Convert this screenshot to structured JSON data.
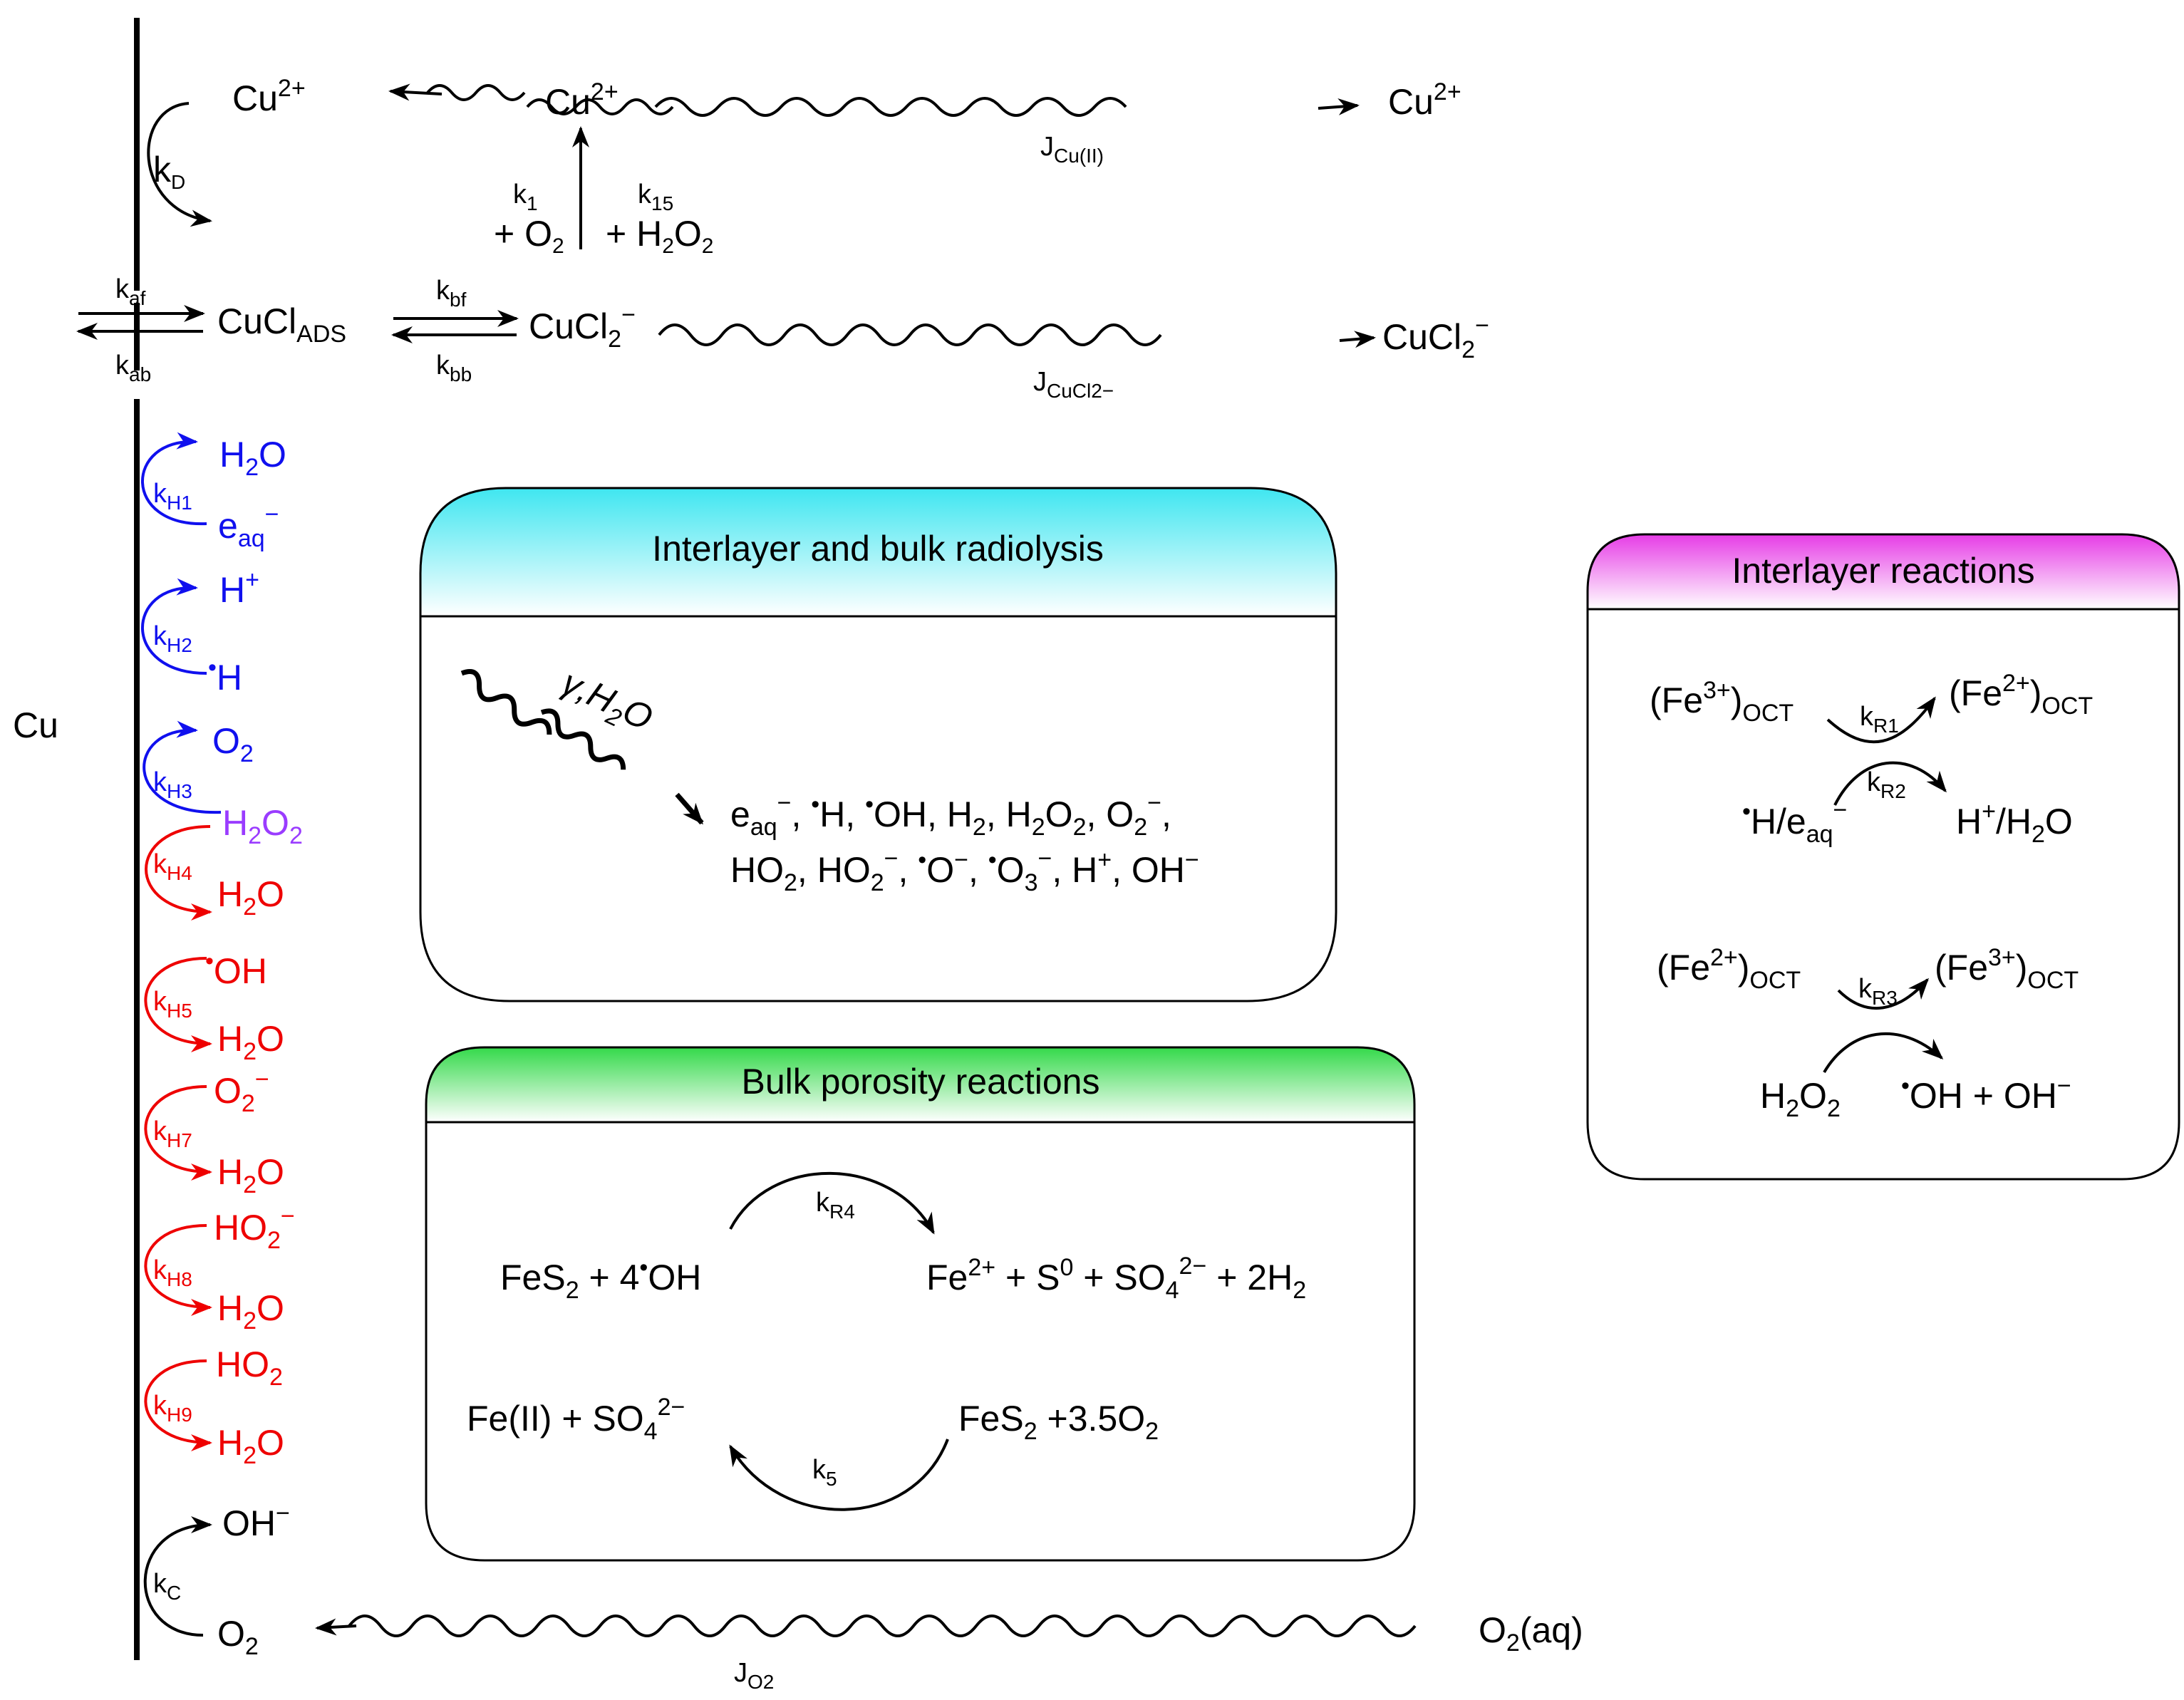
{
  "colors": {
    "black": "#000000",
    "hydrogen_blue": "#1010ee",
    "oxidant_red": "#ee0000",
    "peroxide_purple": "#9a3cff",
    "radiolysis_cyan": "#3fe6f0",
    "bulk_green": "#34d94a",
    "interlayer_magenta": "#e63ce6"
  },
  "electrode": {
    "label": "Cu"
  },
  "copper_dissolution": {
    "cu_surface": "Cu2+",
    "kD": {
      "k": "k",
      "sub": "D"
    },
    "cu_interface": "Cu2+",
    "cu_bulk": "Cu2+",
    "flux_cu": {
      "J": "J",
      "sub": "Cu(II)"
    },
    "k1": {
      "k": "k",
      "sub": "1",
      "reactant": "+ O2"
    },
    "k15": {
      "k": "k",
      "sub": "15",
      "reactant": "+ H2O2"
    }
  },
  "chloride_adsorption": {
    "kaf": {
      "k": "k",
      "sub": "af"
    },
    "kab": {
      "k": "k",
      "sub": "ab"
    },
    "adsorbed": {
      "base": "CuCl",
      "sub": "ADS"
    },
    "kbf": {
      "k": "k",
      "sub": "bf"
    },
    "kbb": {
      "k": "k",
      "sub": "bb"
    },
    "complex": "CuCl2−",
    "complex_bulk": "CuCl2−",
    "flux_cucl2": {
      "J": "J",
      "sub": "CuCl2−"
    }
  },
  "cathodic_reactions": [
    {
      "k": "kH1",
      "product": "H2O",
      "reactant": "eaq−"
    },
    {
      "k": "kH2",
      "product": "H+",
      "reactant": "•H"
    },
    {
      "k": "kH3",
      "product": "O2",
      "reactant": "H2O2"
    },
    {
      "k": "kH4",
      "reactant": "H2O2",
      "product": "H2O"
    },
    {
      "k": "kH5",
      "reactant": "•OH",
      "product": "H2O"
    },
    {
      "k": "kH7",
      "reactant": "O2−",
      "product": "H2O"
    },
    {
      "k": "kH8",
      "reactant": "HO2−",
      "product": "H2O"
    },
    {
      "k": "kH9",
      "reactant": "HO2",
      "product": "H2O"
    }
  ],
  "oxygen_reduction": {
    "product": "OH−",
    "kC": {
      "k": "k",
      "sub": "C"
    },
    "reactant": "O2",
    "bulk": "O2(aq)",
    "flux_o2": {
      "J": "J",
      "sub": "O2"
    }
  },
  "radiolysis_box": {
    "title": "Interlayer and bulk radiolysis",
    "source": "γ,H2O",
    "products_line1": "eaq−, •H, •OH, H2, H2O2,  O2−,",
    "products_line2": "HO2, HO2−, •O−, •O3−, H+, OH−"
  },
  "bulk_box": {
    "title": "Bulk porosity reactions",
    "r4_reactant": "FeS2 + 4•OH",
    "r4_k": "kR4",
    "r4_product": "Fe2+ + S0 + SO42− + 2H2",
    "r5_reactant": "FeS2 +3.5O2",
    "r5_k": "k5",
    "r5_product": "Fe(II) + SO42−"
  },
  "interlayer_box": {
    "title": "Interlayer reactions",
    "r1_from": "(Fe3+)OCT",
    "r1_to": "(Fe2+)OCT",
    "r1_k": "kR1",
    "r2_k": "kR2",
    "r2_from": "•H/eaq−",
    "r2_to": "H+/H2O",
    "r3_from": "(Fe2+)OCT",
    "r3_to": "(Fe3+)OCT",
    "r3_k": "kR3",
    "r3_reactant": "H2O2",
    "r3_product": "•OH + OH−"
  }
}
